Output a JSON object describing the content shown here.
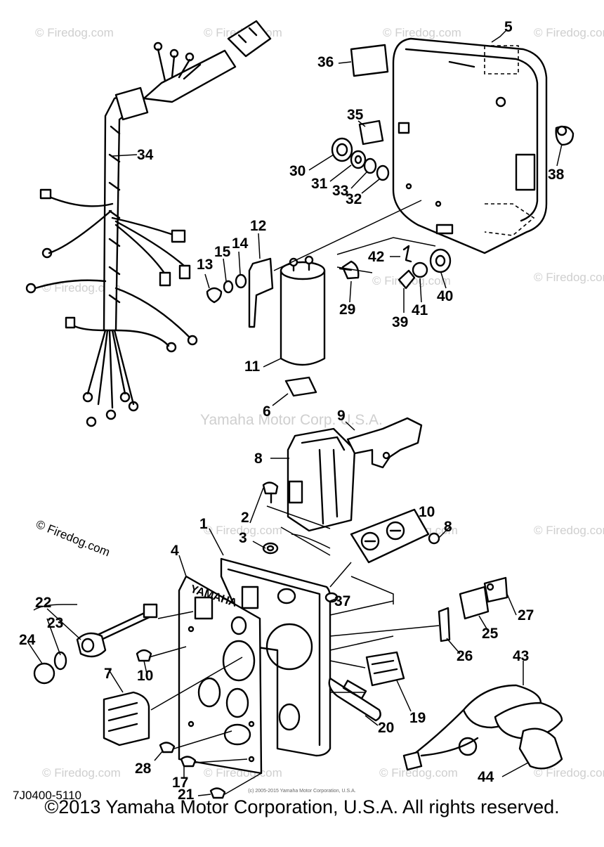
{
  "watermarks": {
    "firedog_small": "© Firedog.com",
    "center": "Yamaha Motor Corp. U.S.A.",
    "left_mid": "© Firedog.com"
  },
  "part_code": "7J0400-5110",
  "panel_brand": "YAMAHA",
  "small_copyright": "(c) 2005-2015 Yamaha Motor Corporation, U.S.A.",
  "copyright": "©2013 Yamaha Motor Corporation, U.S.A. All rights reserved.",
  "callouts": [
    "5",
    "36",
    "35",
    "38",
    "34",
    "30",
    "31",
    "33",
    "32",
    "12",
    "14",
    "15",
    "13",
    "42",
    "40",
    "29",
    "41",
    "39",
    "11",
    "6",
    "9",
    "8",
    "2",
    "10",
    "8",
    "3",
    "1",
    "4",
    "22",
    "23",
    "24",
    "37",
    "27",
    "25",
    "26",
    "7",
    "10",
    "43",
    "19",
    "20",
    "28",
    "17",
    "21",
    "44"
  ]
}
